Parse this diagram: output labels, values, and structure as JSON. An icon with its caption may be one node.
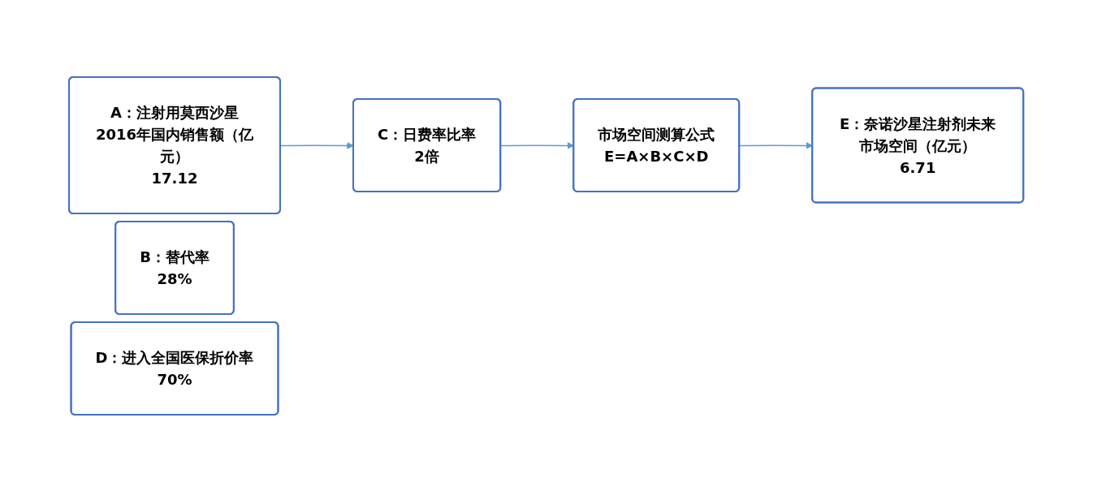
{
  "diagram": {
    "nodes": [
      {
        "text": [
          "A：注射用莫西沙星2016年国内销售额（亿元）",
          "17.12"
        ]
      },
      {
        "text": [
          "B：替代率",
          "28%"
        ]
      },
      {
        "text": [
          "C：日费率比率",
          "2倍"
        ]
      },
      {
        "text": [
          "D：进入全国医保折价率",
          "70%"
        ]
      },
      {
        "text": [
          "市场空间测算公式",
          "E=A×B×C×D"
        ]
      },
      {
        "text": [
          "E：奈诺沙星注射剂未来市场空间（亿元）",
          "6.71"
        ]
      }
    ],
    "edges": [
      {
        "from": 0,
        "to": 2,
        "arrow": "to"
      },
      {
        "from": 2,
        "to": 4,
        "arrow": "to"
      },
      {
        "from": 4,
        "to": 5,
        "arrow": "to"
      }
    ]
  }
}
